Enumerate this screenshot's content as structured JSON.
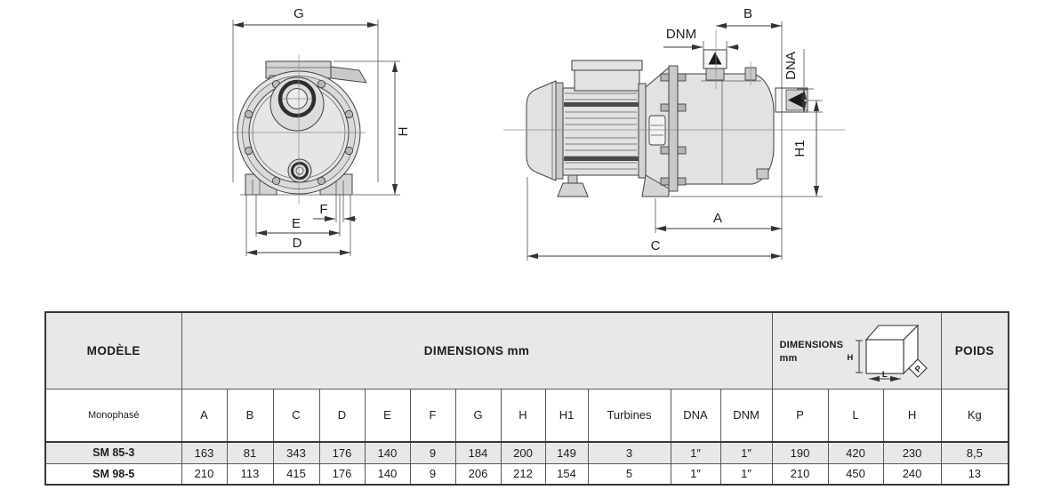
{
  "drawings": {
    "front_view": {
      "dim_labels": {
        "g": "G",
        "h": "H",
        "f": "F",
        "e": "E",
        "d": "D"
      }
    },
    "side_view": {
      "dim_labels": {
        "b": "B",
        "dnm": "DNM",
        "dna": "DNA",
        "h1": "H1",
        "a": "A",
        "c": "C"
      }
    }
  },
  "table": {
    "header": {
      "modele": "MODÈLE",
      "dimensions_mm": "DIMENSIONS mm",
      "packaging": {
        "line1": "DIMENSIONS",
        "line2": "mm",
        "box": {
          "h": "H",
          "l": "L",
          "p": "P"
        }
      },
      "poids": "POIDS"
    },
    "subheader": {
      "model_type": "Monophasé",
      "dim_cols": [
        "A",
        "B",
        "C",
        "D",
        "E",
        "F",
        "G",
        "H",
        "H1",
        "Turbines",
        "DNA",
        "DNM"
      ],
      "pack_cols": [
        "P",
        "L",
        "H"
      ],
      "weight_col": "Kg"
    },
    "rows": [
      {
        "model": "SM 85-3",
        "values": [
          "163",
          "81",
          "343",
          "176",
          "140",
          "9",
          "184",
          "200",
          "149",
          "3",
          "1″",
          "1″",
          "190",
          "420",
          "230",
          "8,5"
        ]
      },
      {
        "model": "SM 98-5",
        "values": [
          "210",
          "113",
          "415",
          "176",
          "140",
          "9",
          "206",
          "212",
          "154",
          "5",
          "1″",
          "1″",
          "210",
          "450",
          "240",
          "13"
        ]
      }
    ]
  },
  "colors": {
    "table_header_bg": "#e8e8e8",
    "row_highlight_bg": "#e8e8e8",
    "drawing_line": "#3f3f3f",
    "text": "#1c1c1c"
  }
}
